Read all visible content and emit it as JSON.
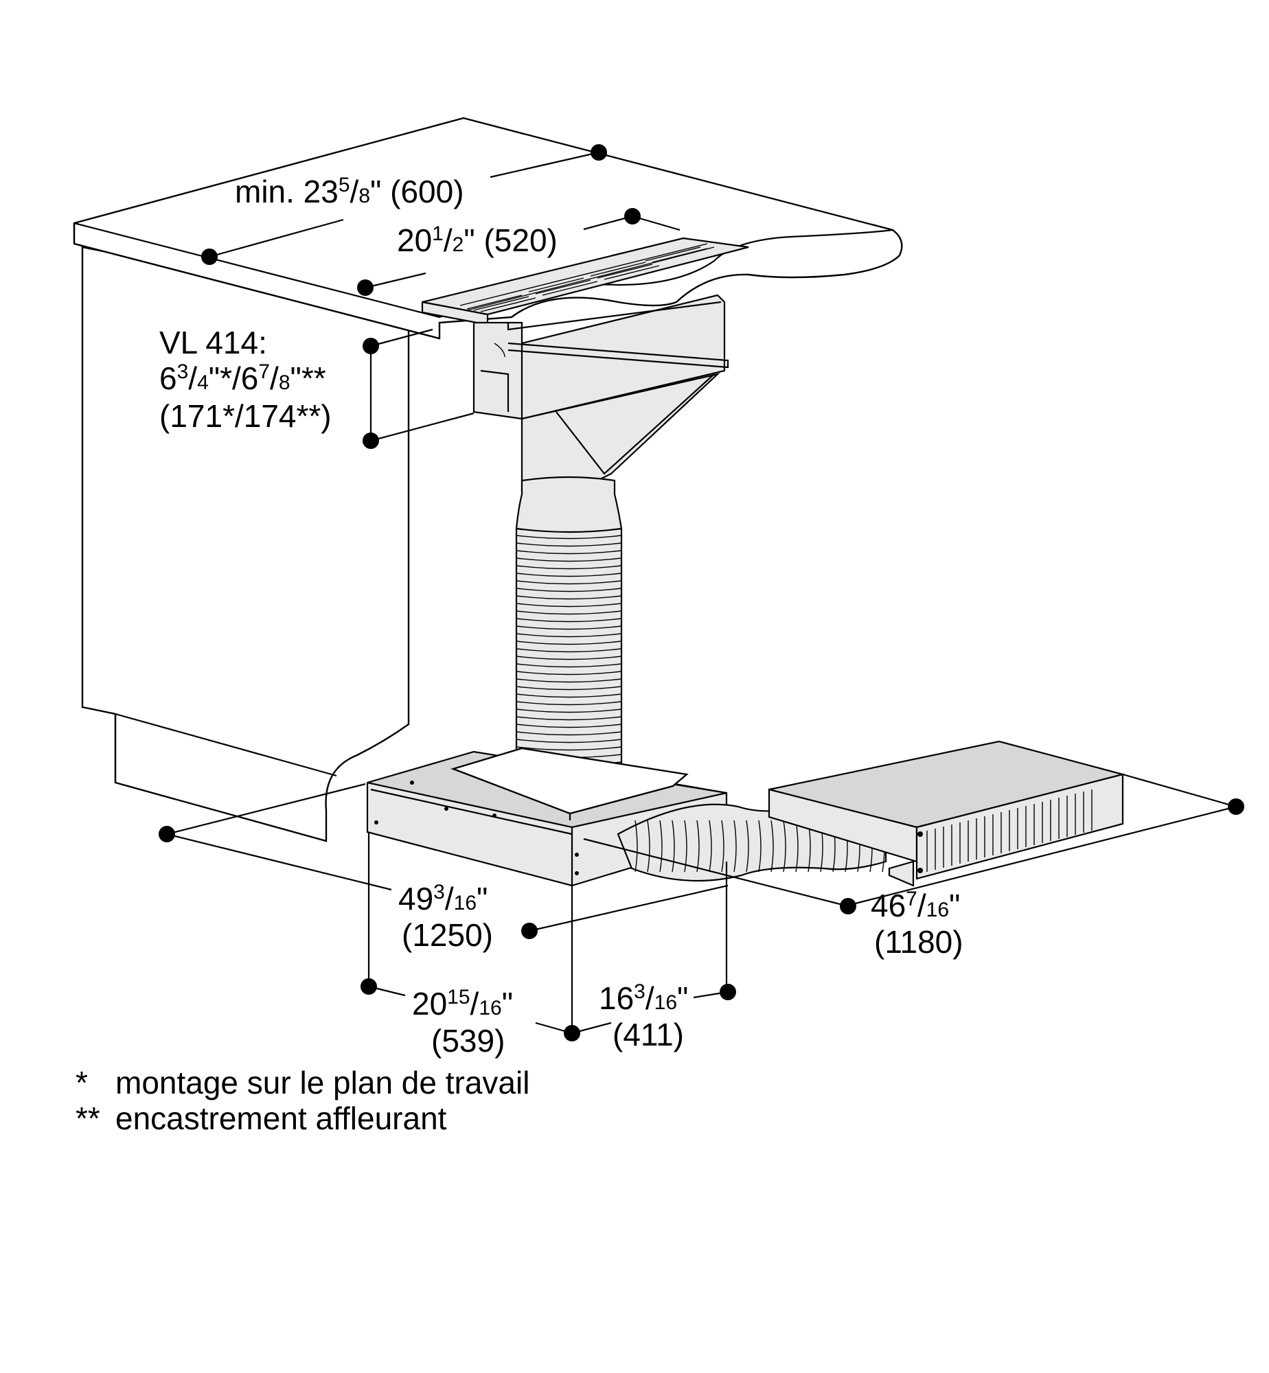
{
  "dimensions": {
    "counter_depth": {
      "prefix": "min. 23",
      "num": "5",
      "den": "8",
      "mark": "\"",
      "metric": "(600)"
    },
    "unit_width": {
      "prefix": "20",
      "num": "1",
      "den": "2",
      "mark": "\"",
      "metric": "(520)"
    },
    "unit_height": {
      "model": "VL 414:",
      "line2": {
        "a_whole": "6",
        "a_num": "3",
        "a_den": "4",
        "a_mark": "\"*",
        "b_whole": "6",
        "b_num": "7",
        "b_den": "8",
        "b_mark": "\"**"
      },
      "metric": "(171*/174**)"
    },
    "duct_length_left": {
      "prefix": "49",
      "num": "3",
      "den": "16",
      "mark": "\"",
      "metric": "(1250)"
    },
    "duct_length_right": {
      "prefix": "46",
      "num": "7",
      "den": "16",
      "mark": "\"",
      "metric": "(1180)"
    },
    "fan_width": {
      "prefix": "20",
      "num": "15",
      "den": "16",
      "mark": "\"",
      "metric": "(539)"
    },
    "fan_offset": {
      "prefix": "16",
      "num": "3",
      "den": "16",
      "mark": "\"",
      "metric": "(411)"
    }
  },
  "footnotes": [
    {
      "mark": "*",
      "text": "montage sur le plan de travail"
    },
    {
      "mark": "**",
      "text": "encastrement affleurant"
    }
  ]
}
